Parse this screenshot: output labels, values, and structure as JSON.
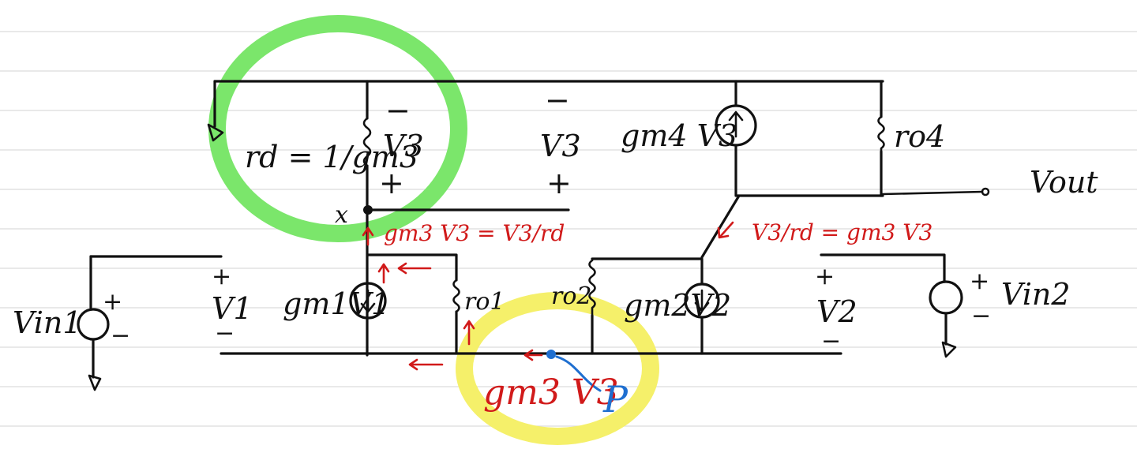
{
  "labels": {
    "rd_eq": "rd = 1/gm3",
    "v3_left": "V3",
    "v3_mid": "V3",
    "gm4v3": "gm4 V3",
    "ro4": "ro4",
    "vout": "Vout",
    "node_x": "x",
    "gm3v3_red": "gm3 V3 = V3/rd",
    "v3rd_red": "V3/rd = gm3 V3",
    "gm1v1": "gm1V1",
    "ro1": "ro1",
    "ro2": "ro2",
    "gm2v2": "gm2V2",
    "v1": "V1",
    "v2": "V2",
    "vin1": "Vin1",
    "vin2": "Vin2",
    "gm3v3_bottom": "gm3 V3",
    "node_p": "P",
    "plus": "+",
    "minus": "−"
  },
  "colors": {
    "ink": "#111111",
    "annotation_red": "#d11a1a",
    "annotation_blue": "#1f6fd0",
    "highlight_green": "#7be66b",
    "highlight_yellow": "#f5f06a",
    "rule_lines": "#dcdcdc"
  }
}
